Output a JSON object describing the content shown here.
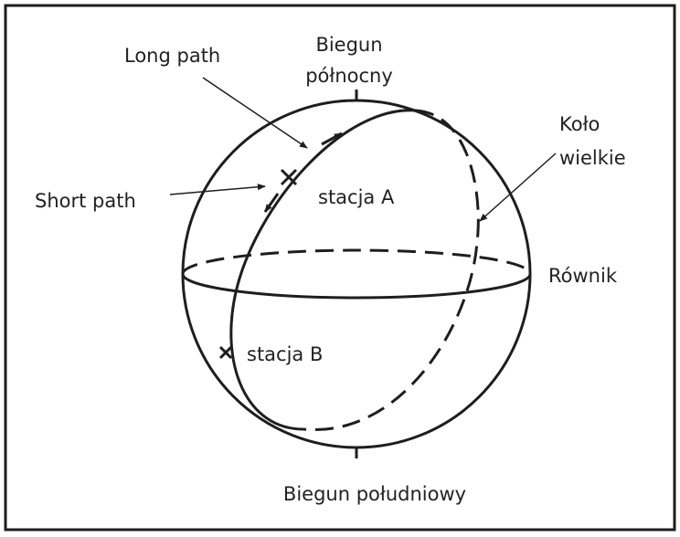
{
  "labels": {
    "north_pole": [
      "Biegun",
      "północny"
    ],
    "south_pole": "Biegun południowy",
    "long_path": "Long path",
    "short_path": "Short path",
    "great_circle": [
      "Koło",
      "wielkie"
    ],
    "equator": "Równik",
    "station_a": "stacja A",
    "station_b": "stacja B"
  },
  "colors": {
    "line": "#1e1e1e",
    "text": "#222222",
    "background": "#ffffff"
  }
}
